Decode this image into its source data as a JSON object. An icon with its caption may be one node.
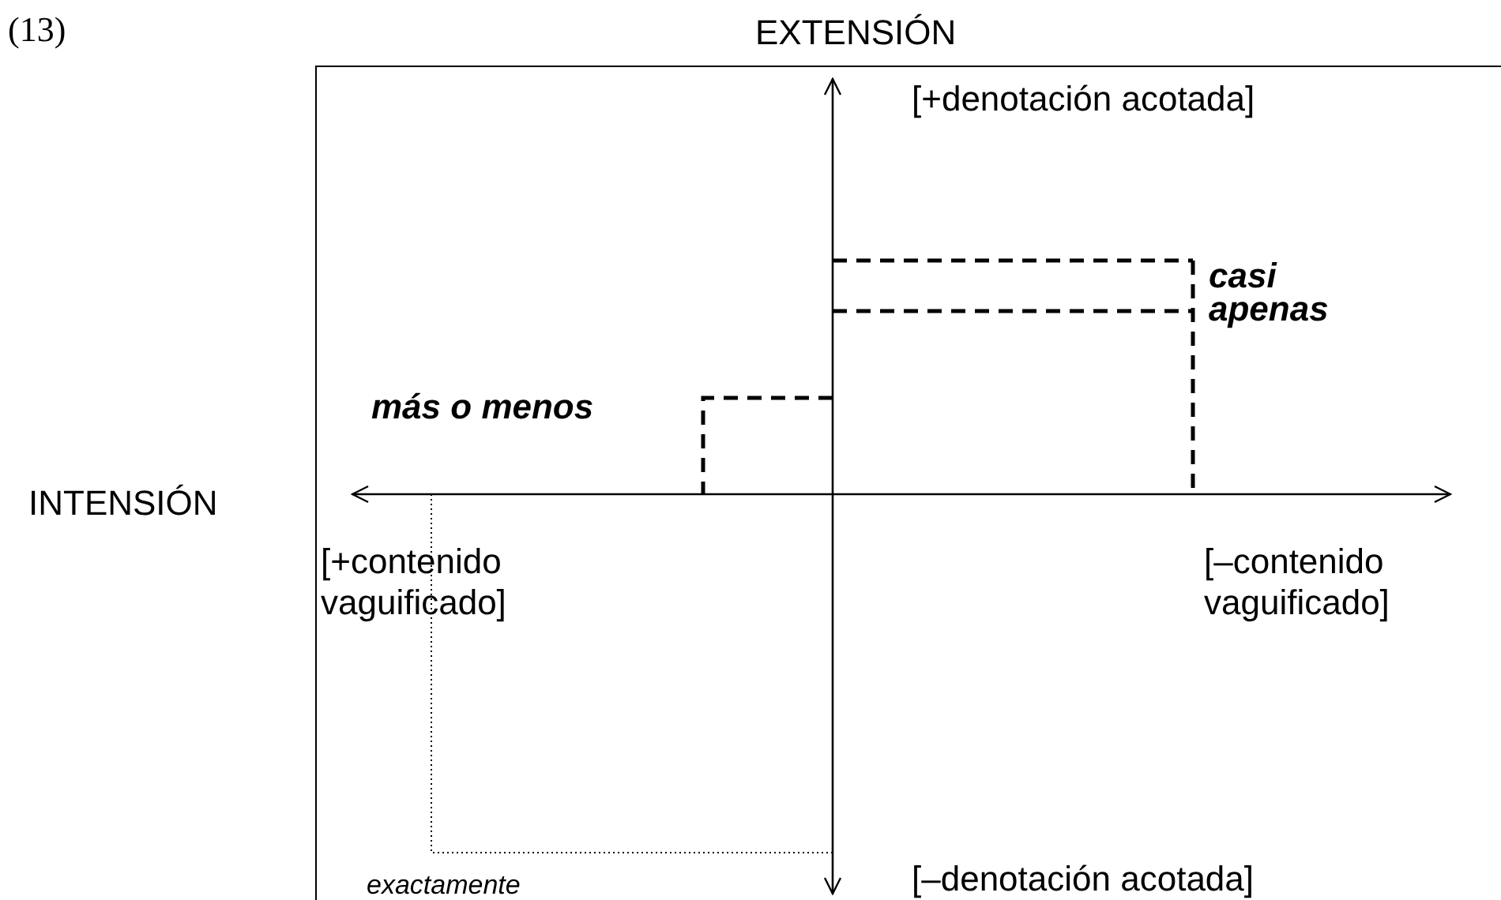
{
  "diagram": {
    "labels": [
      "(13)",
      "EXTENSIÓN",
      "[+denotación acotada]",
      "casi",
      "apenas",
      "más o menos",
      "INTENSIÓN",
      "[+contenido vaguificado]",
      "[–contenido vaguificado]",
      "exactamente",
      "[–denotación acotada]"
    ]
  }
}
